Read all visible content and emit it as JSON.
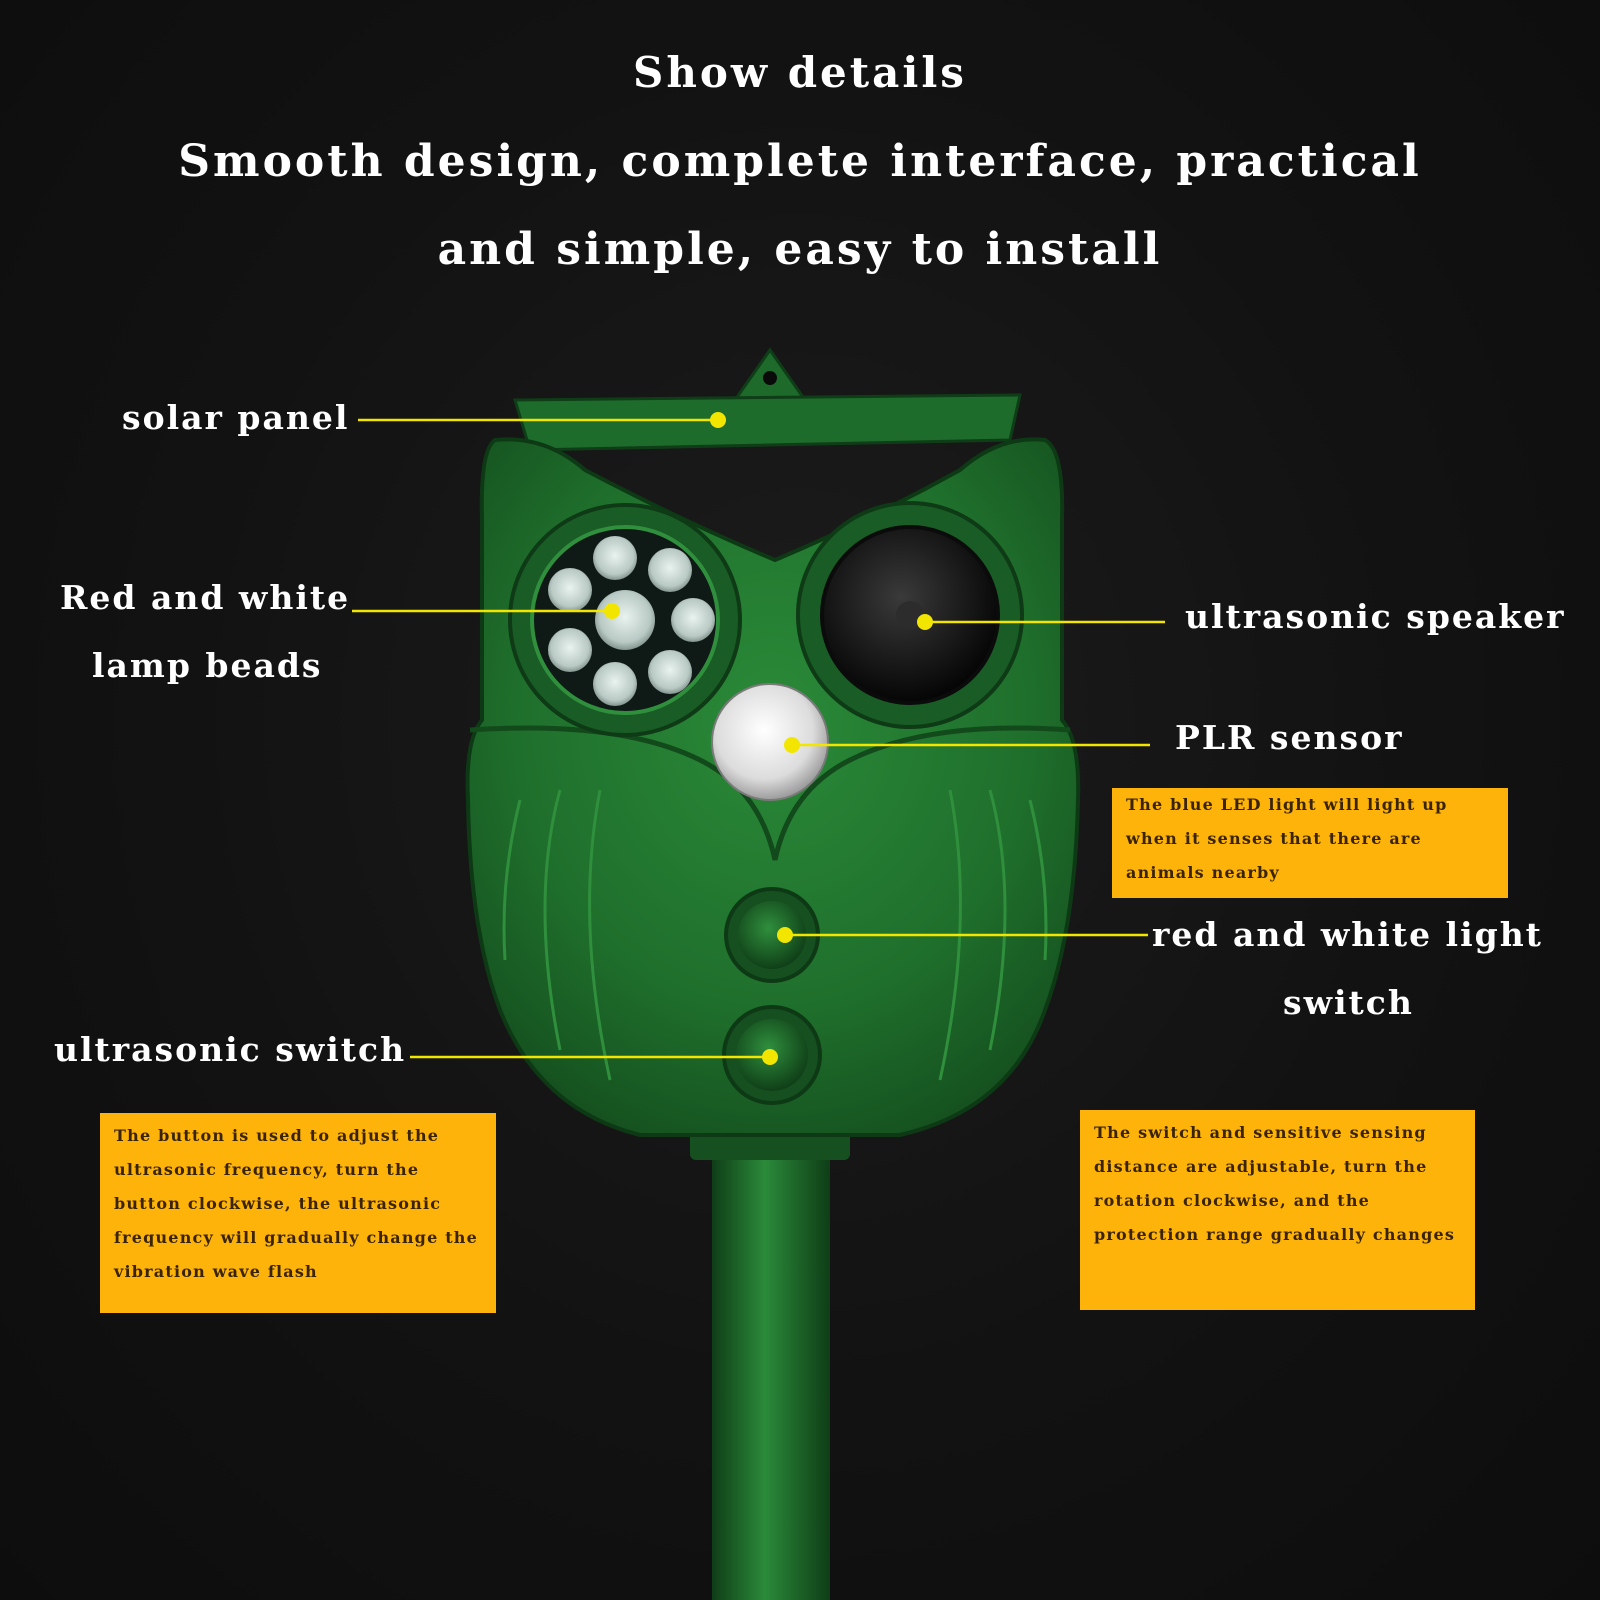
{
  "header": {
    "title": "Show details",
    "subtitle_line1": "Smooth design, complete interface, practical",
    "subtitle_line2": "and simple, easy to install"
  },
  "callouts": {
    "solar_panel": "solar panel",
    "lamp_beads_line1": "Red and white",
    "lamp_beads_line2": "lamp beads",
    "ultrasonic_speaker": "ultrasonic speaker",
    "plr_sensor": "PLR sensor",
    "light_switch_line1": "red and white light",
    "light_switch_line2": "switch",
    "ultrasonic_switch": "ultrasonic switch"
  },
  "notes": {
    "sensor_note": [
      "The blue LED light will light up",
      "when it senses that there are",
      "animals nearby"
    ],
    "ultrasonic_note": [
      "The button is used to adjust the",
      "ultrasonic frequency, turn the",
      "button clockwise, the ultrasonic",
      "frequency will gradually change the",
      "vibration wave flash"
    ],
    "switch_note": [
      "The switch and sensitive sensing",
      "distance are adjustable, turn the",
      "rotation clockwise, and the",
      "protection range gradually changes"
    ]
  },
  "colors": {
    "background": "#111111",
    "device_green": "#1f6b2b",
    "leader_line": "#f2e600",
    "note_background": "#fdb30a",
    "text": "#ffffff"
  }
}
